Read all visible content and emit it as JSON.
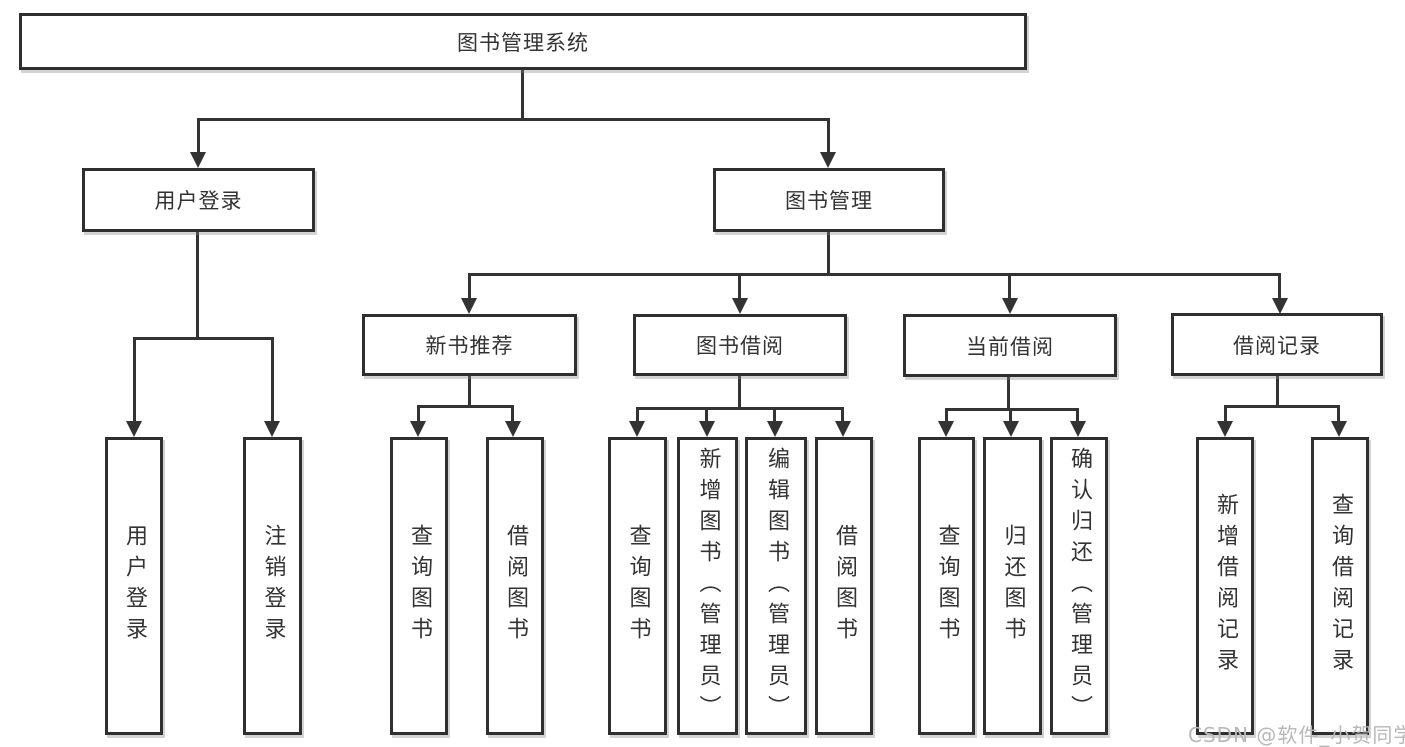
{
  "title": "图书管理系统",
  "nodes": {
    "root": "图书管理系统",
    "user_login_branch": "用户登录",
    "book_mgmt_branch": "图书管理",
    "new_book_rec": "新书推荐",
    "book_borrow": "图书借阅",
    "current_borrow": "当前借阅",
    "borrow_record": "借阅记录",
    "leaf_user_login": "用户登录",
    "leaf_logout": "注销登录",
    "leaf_nbr_query_book": "查询图书",
    "leaf_nbr_borrow_book": "借阅图书",
    "leaf_bb_query_book": "查询图书",
    "leaf_bb_add_book": "新增图书（管理员）",
    "leaf_bb_edit_book": "编辑图书（管理员）",
    "leaf_bb_borrow_book": "借阅图书",
    "leaf_cb_query_book": "查询图书",
    "leaf_cb_return_book": "归还图书",
    "leaf_cb_confirm_return": "确认归还（管理员）",
    "leaf_br_add_record": "新增借阅记录",
    "leaf_br_query_record": "查询借阅记录"
  },
  "watermark": "CSDN @软件_小贺同学",
  "colors": {
    "line": "#333333",
    "text": "#333333",
    "box_background": "#ffffff",
    "watermark": "#b8b8b8",
    "background": "#ffffff"
  }
}
